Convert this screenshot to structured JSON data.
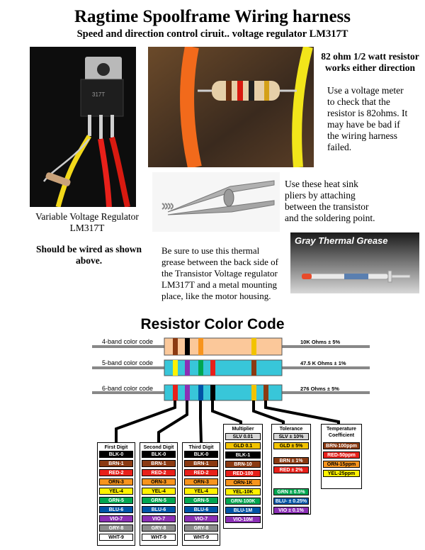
{
  "header": {
    "title": "Ragtime Spoolframe Wiring harness",
    "subtitle": "Speed and direction control ciruit.. voltage regulator LM317T"
  },
  "regulator": {
    "chip_label": "317T",
    "caption_line1": "Variable Voltage Regulator",
    "caption_line2": "LM317T",
    "wired_line1": "Should be wired as shown",
    "wired_line2": "above."
  },
  "resistor_note": {
    "heading_line1": "82 ohm 1/2 watt resistor",
    "heading_line2": "works either direction",
    "body": [
      "Use a voltage meter",
      "to check that the",
      "resistor is 82ohms.  It",
      "may have be bad if",
      "the wiring harness",
      "failed."
    ]
  },
  "heatsink_note": {
    "body": [
      "Use these heat sink",
      "pliers by attaching",
      "between the transistor",
      "and the soldering point."
    ]
  },
  "grease_note": {
    "photo_label": "Gray Thermal Grease",
    "body": [
      "Be sure to use this thermal",
      "grease between the back side of",
      "the Transistor Voltage regulator",
      "LM317T and a metal mounting",
      "place, like the motor  housing."
    ]
  },
  "color_code": {
    "title": "Resistor Color Code",
    "rows": [
      {
        "label": "4-band color code",
        "value": "10K Ohms ± 5%"
      },
      {
        "label": "5-band color code",
        "value": "47.5 K Ohms ± 1%"
      },
      {
        "label": "6-band color code",
        "value": "276 Ohms ± 5%"
      }
    ],
    "columns": {
      "first": {
        "head": "First Digit",
        "items": [
          "BLK-0",
          "BRN-1",
          "RED-2",
          "ORN-3",
          "YEL-4",
          "GRN-5",
          "BLU-6",
          "VIO-7",
          "GRY-8",
          "WHT-9"
        ]
      },
      "second": {
        "head": "Second Digit",
        "items": [
          "BLK-0",
          "BRN-1",
          "RED-2",
          "ORN-3",
          "YEL-4",
          "GRN-5",
          "BLU-6",
          "VIO-7",
          "GRY-8",
          "WHT-9"
        ]
      },
      "third": {
        "head": "Third Digit",
        "items": [
          "BLK-0",
          "BRN-1",
          "RED-2",
          "ORN-3",
          "YEL-4",
          "GRN-5",
          "BLU-6",
          "VIO-7",
          "GRY-8",
          "WHT-9"
        ]
      },
      "multiplier": {
        "head": "Multiplier",
        "items": [
          "SLV 0.01",
          "GLD 0.1",
          "BLK-1",
          "BRN-10",
          "RED-100",
          "ORN-1K",
          "YEL-10K",
          "GRN-100K",
          "BLU-1M",
          "VIO-10M"
        ]
      },
      "tolerance": {
        "head": "Tolerance",
        "items": [
          "SLV ± 10%",
          "GLD ±  5%",
          "BRN ± 1%",
          "RED ± 2%",
          "GRN ± 0.5%",
          "BLU- ± 0.25%",
          "VIO ± 0.1%"
        ]
      },
      "tempco": {
        "head_line1": "Temperature",
        "head_line2": "Coefficient",
        "items": [
          "BRN-100ppm",
          "RED-50ppm",
          "ORN-15ppm",
          "YEL-25ppm"
        ]
      }
    },
    "colors": {
      "BLK": "#000000",
      "BRN": "#8b3a12",
      "RED": "#e8201a",
      "ORN": "#f7941d",
      "YEL": "#fff200",
      "GRN": "#00a651",
      "BLU": "#0054a6",
      "VIO": "#8b2fb5",
      "GRY": "#8c8c8c",
      "WHT": "#ffffff",
      "SLV": "#d6d6d6",
      "GLD": "#f2c300",
      "body4": "#fbc89a",
      "body56": "#38c6d9"
    }
  }
}
